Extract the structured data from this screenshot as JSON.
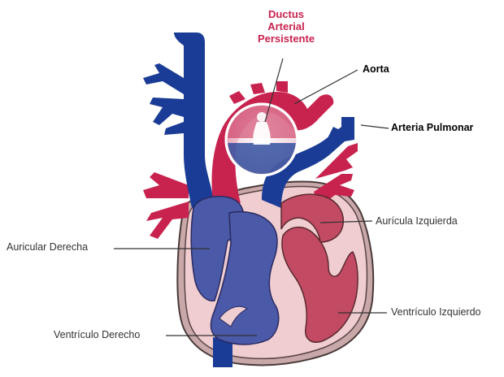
{
  "colors": {
    "aorta_red": "#c8234f",
    "vein_blue": "#1a3c96",
    "atrium_blue": "#4a59a8",
    "left_chamber_red": "#c24a62",
    "wall_pink": "#f0cdd0",
    "pericardium": "#c8a8a8",
    "highlight_title": "#c8234f"
  },
  "labels": {
    "ductus": {
      "line1": "Ductus",
      "line2": "Arterial",
      "line3": "Persistente"
    },
    "aorta": "Aorta",
    "pulmonary_artery": "Arteria Pulmonar",
    "left_atrium": "Aurícula Izquierda",
    "right_atrium": "Auricular Derecha",
    "left_ventricle": "Ventrículo Izquierdo",
    "right_ventricle": "Ventrículo Derecho"
  }
}
